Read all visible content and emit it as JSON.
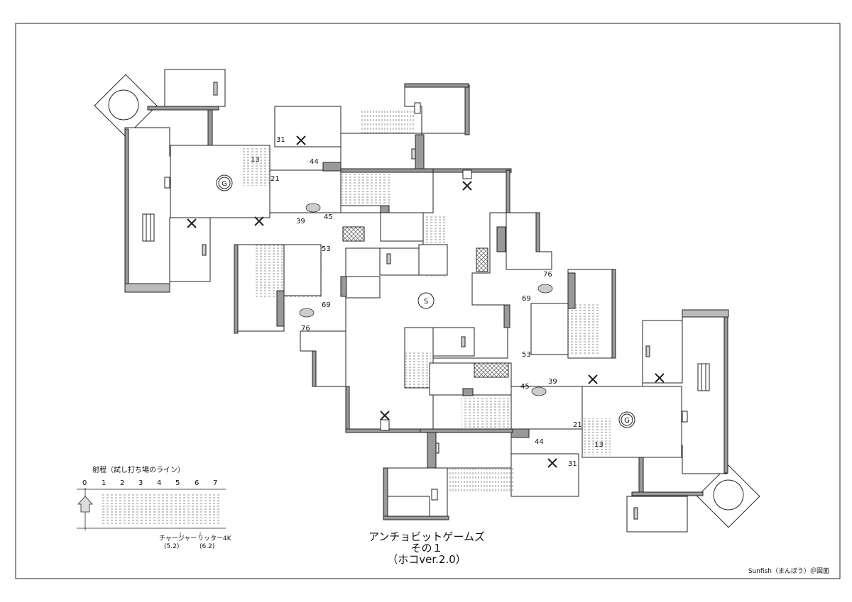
{
  "title": {
    "line1": "アンチョビットゲームズ",
    "line2": "その１",
    "line3": "（ホコver.2.0）"
  },
  "credit": "Sunfish（まんぼう）＠図面",
  "markers": {
    "goal": "G",
    "start": "S"
  },
  "distance_labels": {
    "a": "31",
    "b": "13",
    "c": "44",
    "d": "21",
    "e": "45",
    "f": "39",
    "g": "53",
    "h": "69",
    "i": "76"
  },
  "range_legend": {
    "heading": "射程（試し打ち場のライン）",
    "ticks": [
      "0",
      "1",
      "2",
      "3",
      "4",
      "5",
      "6",
      "7"
    ],
    "weapons": [
      {
        "name": "チャージャー",
        "value": "(5.2)"
      },
      {
        "name": "リッター4K",
        "value": "(6.2)"
      }
    ]
  }
}
